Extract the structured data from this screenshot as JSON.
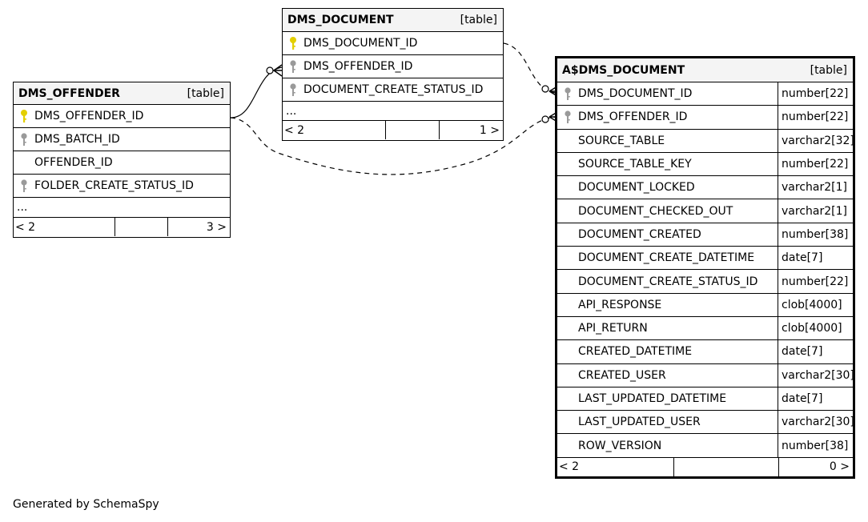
{
  "tables": {
    "offender": {
      "name": "DMS_OFFENDER",
      "kind": "[table]",
      "columns": [
        "DMS_OFFENDER_ID",
        "DMS_BATCH_ID",
        "OFFENDER_ID",
        "FOLDER_CREATE_STATUS_ID"
      ],
      "more": "...",
      "parents": "< 2",
      "children": "3 >"
    },
    "document": {
      "name": "DMS_DOCUMENT",
      "kind": "[table]",
      "columns": [
        "DMS_DOCUMENT_ID",
        "DMS_OFFENDER_ID",
        "DOCUMENT_CREATE_STATUS_ID"
      ],
      "more": "...",
      "parents": "< 2",
      "children": "1 >"
    },
    "audit": {
      "name": "A$DMS_DOCUMENT",
      "kind": "[table]",
      "columns": [
        {
          "name": "DMS_DOCUMENT_ID",
          "type": "number[22]"
        },
        {
          "name": "DMS_OFFENDER_ID",
          "type": "number[22]"
        },
        {
          "name": "SOURCE_TABLE",
          "type": "varchar2[32]"
        },
        {
          "name": "SOURCE_TABLE_KEY",
          "type": "number[22]"
        },
        {
          "name": "DOCUMENT_LOCKED",
          "type": "varchar2[1]"
        },
        {
          "name": "DOCUMENT_CHECKED_OUT",
          "type": "varchar2[1]"
        },
        {
          "name": "DOCUMENT_CREATED",
          "type": "number[38]"
        },
        {
          "name": "DOCUMENT_CREATE_DATETIME",
          "type": "date[7]"
        },
        {
          "name": "DOCUMENT_CREATE_STATUS_ID",
          "type": "number[22]"
        },
        {
          "name": "API_RESPONSE",
          "type": "clob[4000]"
        },
        {
          "name": "API_RETURN",
          "type": "clob[4000]"
        },
        {
          "name": "CREATED_DATETIME",
          "type": "date[7]"
        },
        {
          "name": "CREATED_USER",
          "type": "varchar2[30]"
        },
        {
          "name": "LAST_UPDATED_DATETIME",
          "type": "date[7]"
        },
        {
          "name": "LAST_UPDATED_USER",
          "type": "varchar2[30]"
        },
        {
          "name": "ROW_VERSION",
          "type": "number[38]"
        }
      ],
      "parents": "< 2",
      "children": "0 >"
    }
  },
  "colors": {
    "primary_key": "#e3cf00",
    "foreign_key": "#9a9a9a",
    "header_bg": "#f4f4f4"
  },
  "footer": "Generated by SchemaSpy"
}
